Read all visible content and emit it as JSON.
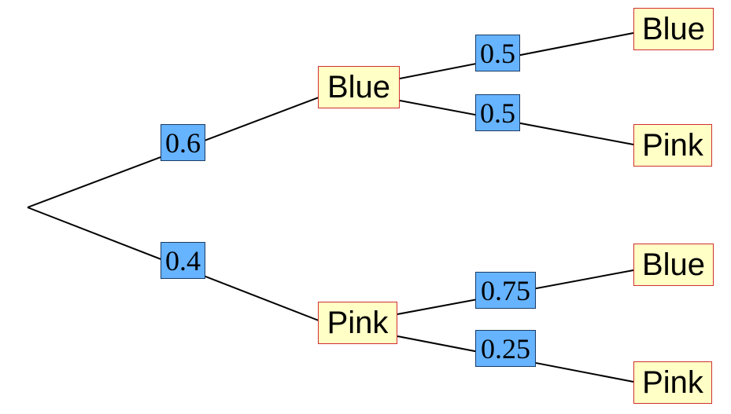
{
  "tree": {
    "first": {
      "blue": {
        "label": "Blue",
        "prob": "0.6"
      },
      "pink": {
        "label": "Pink",
        "prob": "0.4"
      }
    },
    "after_blue": {
      "blue": {
        "label": "Blue",
        "prob": "0.5"
      },
      "pink": {
        "label": "Pink",
        "prob": "0.5"
      }
    },
    "after_pink": {
      "blue": {
        "label": "Blue",
        "prob": "0.75"
      },
      "pink": {
        "label": "Pink",
        "prob": "0.25"
      }
    }
  }
}
